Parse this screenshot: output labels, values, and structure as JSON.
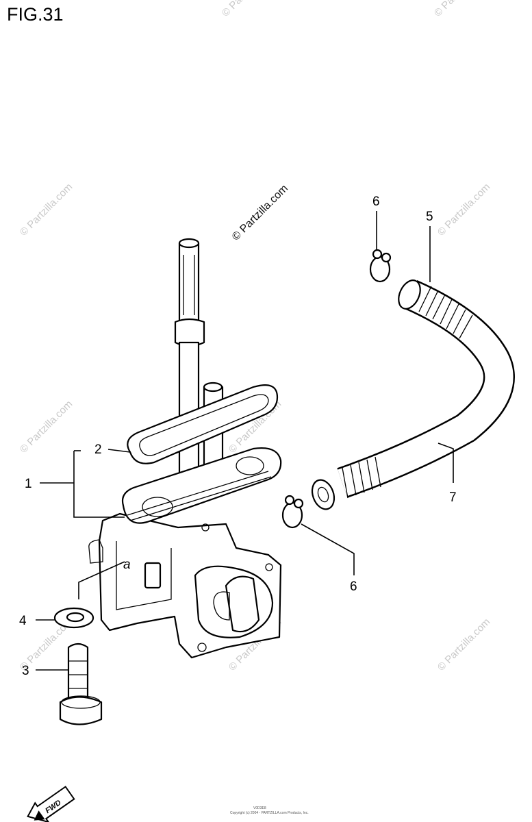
{
  "figure": {
    "title": "FIG.31"
  },
  "callouts": {
    "c1": "1",
    "c2": "2",
    "c3": "3",
    "c4": "4",
    "c5": "5",
    "c6_top": "6",
    "c6_bottom": "6",
    "c7": "7"
  },
  "watermark": {
    "center_text": "© Partzilla.com",
    "repeat_text": "© Partzilla.com"
  },
  "direction": {
    "fwd": "FWD"
  },
  "footer": {
    "code": "V0D3E8",
    "copyright": "Copyright (c) 2004 - PARTZILLA.com Products, Inc."
  },
  "colors": {
    "ink": "#000000",
    "watermark": "#c8c8c8",
    "paper": "#ffffff"
  }
}
